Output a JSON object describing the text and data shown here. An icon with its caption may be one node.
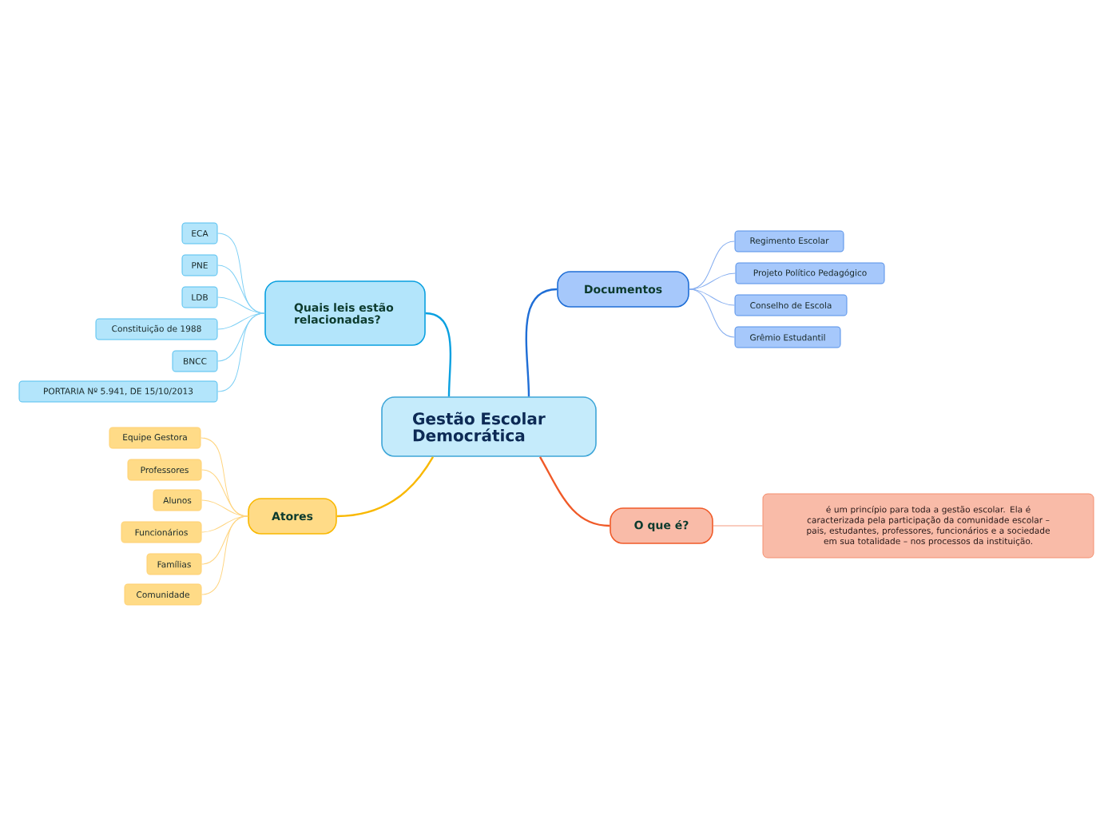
{
  "diagram": {
    "nodes": [
      {
        "text": [
          "Gestão Escolar Democrática"
        ]
      },
      {
        "text": [
          "Quais leis estão relacionadas?"
        ]
      },
      {
        "text": [
          "ECA"
        ]
      },
      {
        "text": [
          "PNE"
        ]
      },
      {
        "text": [
          "LDB"
        ]
      },
      {
        "text": [
          "Constituição de 1988"
        ]
      },
      {
        "text": [
          "BNCC"
        ]
      },
      {
        "text": [
          "PORTARIA Nº 5.941, DE 15/10/2013"
        ]
      },
      {
        "text": [
          "Documentos"
        ]
      },
      {
        "text": [
          "Regimento Escolar"
        ]
      },
      {
        "text": [
          "Projeto Político Pedagógico"
        ]
      },
      {
        "text": [
          "Conselho de Escola"
        ]
      },
      {
        "text": [
          "Grêmio Estudantil"
        ]
      },
      {
        "text": [
          "Atores"
        ]
      },
      {
        "text": [
          "Equipe Gestora"
        ]
      },
      {
        "text": [
          "Professores"
        ]
      },
      {
        "text": [
          "Alunos"
        ]
      },
      {
        "text": [
          "Funcionários"
        ]
      },
      {
        "text": [
          "Famílias"
        ]
      },
      {
        "text": [
          "Comunidade"
        ]
      },
      {
        "text": [
          "O que é?"
        ]
      },
      {
        "text": [
          "é um princípio para toda a gestão escolar. Ela é caracterizada pela participação da comunidade escolar – pais, estudantes, professores, funcionários e a sociedade em sua totalidade – nos processos da instituição."
        ]
      }
    ],
    "edges": [
      {
        "from": 0,
        "to": 1,
        "arrow": "none",
        "color": "#0aa0e0"
      },
      {
        "from": 1,
        "to": 2,
        "arrow": "none",
        "color": "#7fd0f5"
      },
      {
        "from": 1,
        "to": 3,
        "arrow": "none",
        "color": "#7fd0f5"
      },
      {
        "from": 1,
        "to": 4,
        "arrow": "none",
        "color": "#7fd0f5"
      },
      {
        "from": 1,
        "to": 5,
        "arrow": "none",
        "color": "#7fd0f5"
      },
      {
        "from": 1,
        "to": 6,
        "arrow": "none",
        "color": "#7fd0f5"
      },
      {
        "from": 1,
        "to": 7,
        "arrow": "none",
        "color": "#7fd0f5"
      },
      {
        "from": 0,
        "to": 8,
        "arrow": "none",
        "color": "#1f6ed6"
      },
      {
        "from": 8,
        "to": 9,
        "arrow": "none",
        "color": "#86aef0"
      },
      {
        "from": 8,
        "to": 10,
        "arrow": "none",
        "color": "#86aef0"
      },
      {
        "from": 8,
        "to": 11,
        "arrow": "none",
        "color": "#86aef0"
      },
      {
        "from": 8,
        "to": 12,
        "arrow": "none",
        "color": "#86aef0"
      },
      {
        "from": 0,
        "to": 13,
        "arrow": "none",
        "color": "#f9b800"
      },
      {
        "from": 13,
        "to": 14,
        "arrow": "none",
        "color": "#ffd580"
      },
      {
        "from": 13,
        "to": 15,
        "arrow": "none",
        "color": "#ffd580"
      },
      {
        "from": 13,
        "to": 16,
        "arrow": "none",
        "color": "#ffd580"
      },
      {
        "from": 13,
        "to": 17,
        "arrow": "none",
        "color": "#ffd580"
      },
      {
        "from": 13,
        "to": 18,
        "arrow": "none",
        "color": "#ffd580"
      },
      {
        "from": 13,
        "to": 19,
        "arrow": "none",
        "color": "#ffd580"
      },
      {
        "from": 0,
        "to": 20,
        "arrow": "none",
        "color": "#f05a28"
      },
      {
        "from": 20,
        "to": 21,
        "arrow": "none",
        "color": "#f49a80"
      }
    ]
  }
}
